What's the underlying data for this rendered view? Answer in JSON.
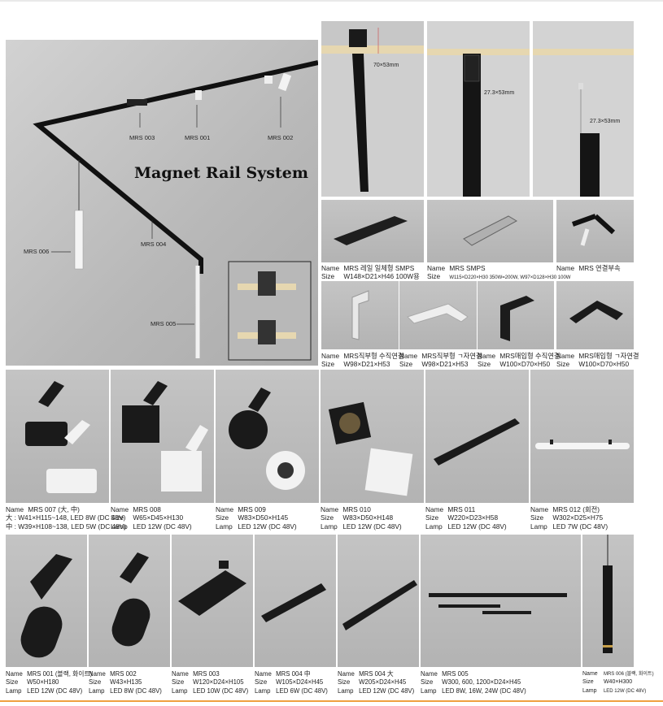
{
  "hero": {
    "title": "Magnet Rail System",
    "labels": {
      "mrs003": "MRS 003",
      "mrs001": "MRS 001",
      "mrs002": "MRS 002",
      "mrs006": "MRS 006",
      "mrs004": "MRS 004",
      "mrs005": "MRS 005"
    }
  },
  "profiles": [
    {
      "dim": "70×53mm"
    },
    {
      "dim": "27.3×53mm"
    },
    {
      "dim": "27.3×53mm"
    }
  ],
  "row2": [
    {
      "name": "MRS 레일 일체형 SMPS",
      "size": "W148×D21×H46  100W용"
    },
    {
      "name": "MRS SMPS",
      "size": "W115×D220×H30 350W=200W, W97×D128×H30 100W"
    },
    {
      "name": "MRS 연결부속",
      "size": ""
    }
  ],
  "row3": [
    {
      "name": "MRS직부형 수직연결",
      "size": "W98×D21×H53"
    },
    {
      "name": "MRS직부형 ㄱ자연결",
      "size": "W98×D21×H53"
    },
    {
      "name": "MRS매입형 수직연결",
      "size": "W100×D70×H50"
    },
    {
      "name": "MRS매입형 ㄱ자연결",
      "size": "W100×D70×H50"
    }
  ],
  "row4": [
    {
      "name": "MRS 007 (大, 中)",
      "line2": "大 : W41×H115~148, LED 8W (DC 48V)",
      "line3": "中 : W39×H108~138, LED 5W (DC 48V)"
    },
    {
      "name": "MRS 008",
      "size": "W65×D45×H130",
      "lamp": "LED 12W (DC 48V)"
    },
    {
      "name": "MRS 009",
      "size": "W83×D50×H145",
      "lamp": "LED 12W (DC 48V)"
    },
    {
      "name": "MRS 010",
      "size": "W83×D50×H148",
      "lamp": "LED 12W (DC 48V)"
    },
    {
      "name": "MRS 011",
      "size": "W220×D23×H58",
      "lamp": "LED 12W (DC 48V)"
    },
    {
      "name": "MRS 012 (회전)",
      "size": "W302×D25×H75",
      "lamp": "LED 7W (DC 48V)"
    }
  ],
  "row5": [
    {
      "name": "MRS 001 (블랙, 화이트)",
      "size": "W50×H180",
      "lamp": "LED 12W (DC 48V)"
    },
    {
      "name": "MRS 002",
      "size": "W43×H135",
      "lamp": "LED 8W (DC 48V)"
    },
    {
      "name": "MRS 003",
      "size": "W120×D24×H105",
      "lamp": "LED 10W (DC 48V)"
    },
    {
      "name": "MRS 004 中",
      "size": "W105×D24×H45",
      "lamp": "LED 6W (DC 48V)"
    },
    {
      "name": "MRS 004 大",
      "size": "W205×D24×H45",
      "lamp": "LED 12W (DC 48V)"
    },
    {
      "name": "MRS 005",
      "size": "W300, 600, 1200×D24×H45",
      "lamp": "LED 8W, 16W, 24W (DC 48V)"
    },
    {
      "name": "MRS 006 (블랙, 화이트)",
      "size": "W40×H300",
      "lamp": "LED 12W (DC 48V)"
    }
  ],
  "keys": {
    "name": "Name",
    "size": "Size",
    "lamp": "Lamp"
  }
}
